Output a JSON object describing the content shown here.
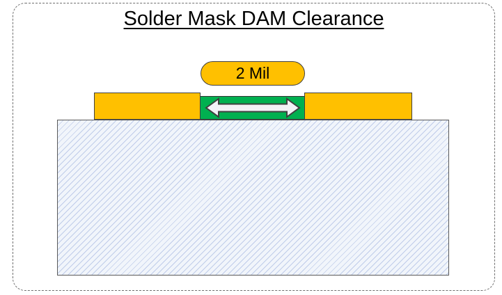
{
  "header": {
    "title": "Solder Mask DAM Clearance"
  },
  "diagram": {
    "clearance_badge": {
      "label": "2 Mil"
    },
    "arrow_icon": "double-headed-horizontal-arrow",
    "elements": {
      "left_pad": "copper-pad",
      "right_pad": "copper-pad",
      "dam": "solder-mask-dam",
      "substrate": "pcb-substrate"
    },
    "colors": {
      "pad_fill": "#FFC000",
      "dam_fill": "#00B050",
      "badge_fill": "#FFC000",
      "arrow_fill": "#F2F2F7",
      "substrate_fill": "#F1F5FB",
      "substrate_hatch": "#BFCCE9",
      "outline": "#404040",
      "frame_border": "#6E6E6E",
      "title_color": "#000000"
    }
  }
}
